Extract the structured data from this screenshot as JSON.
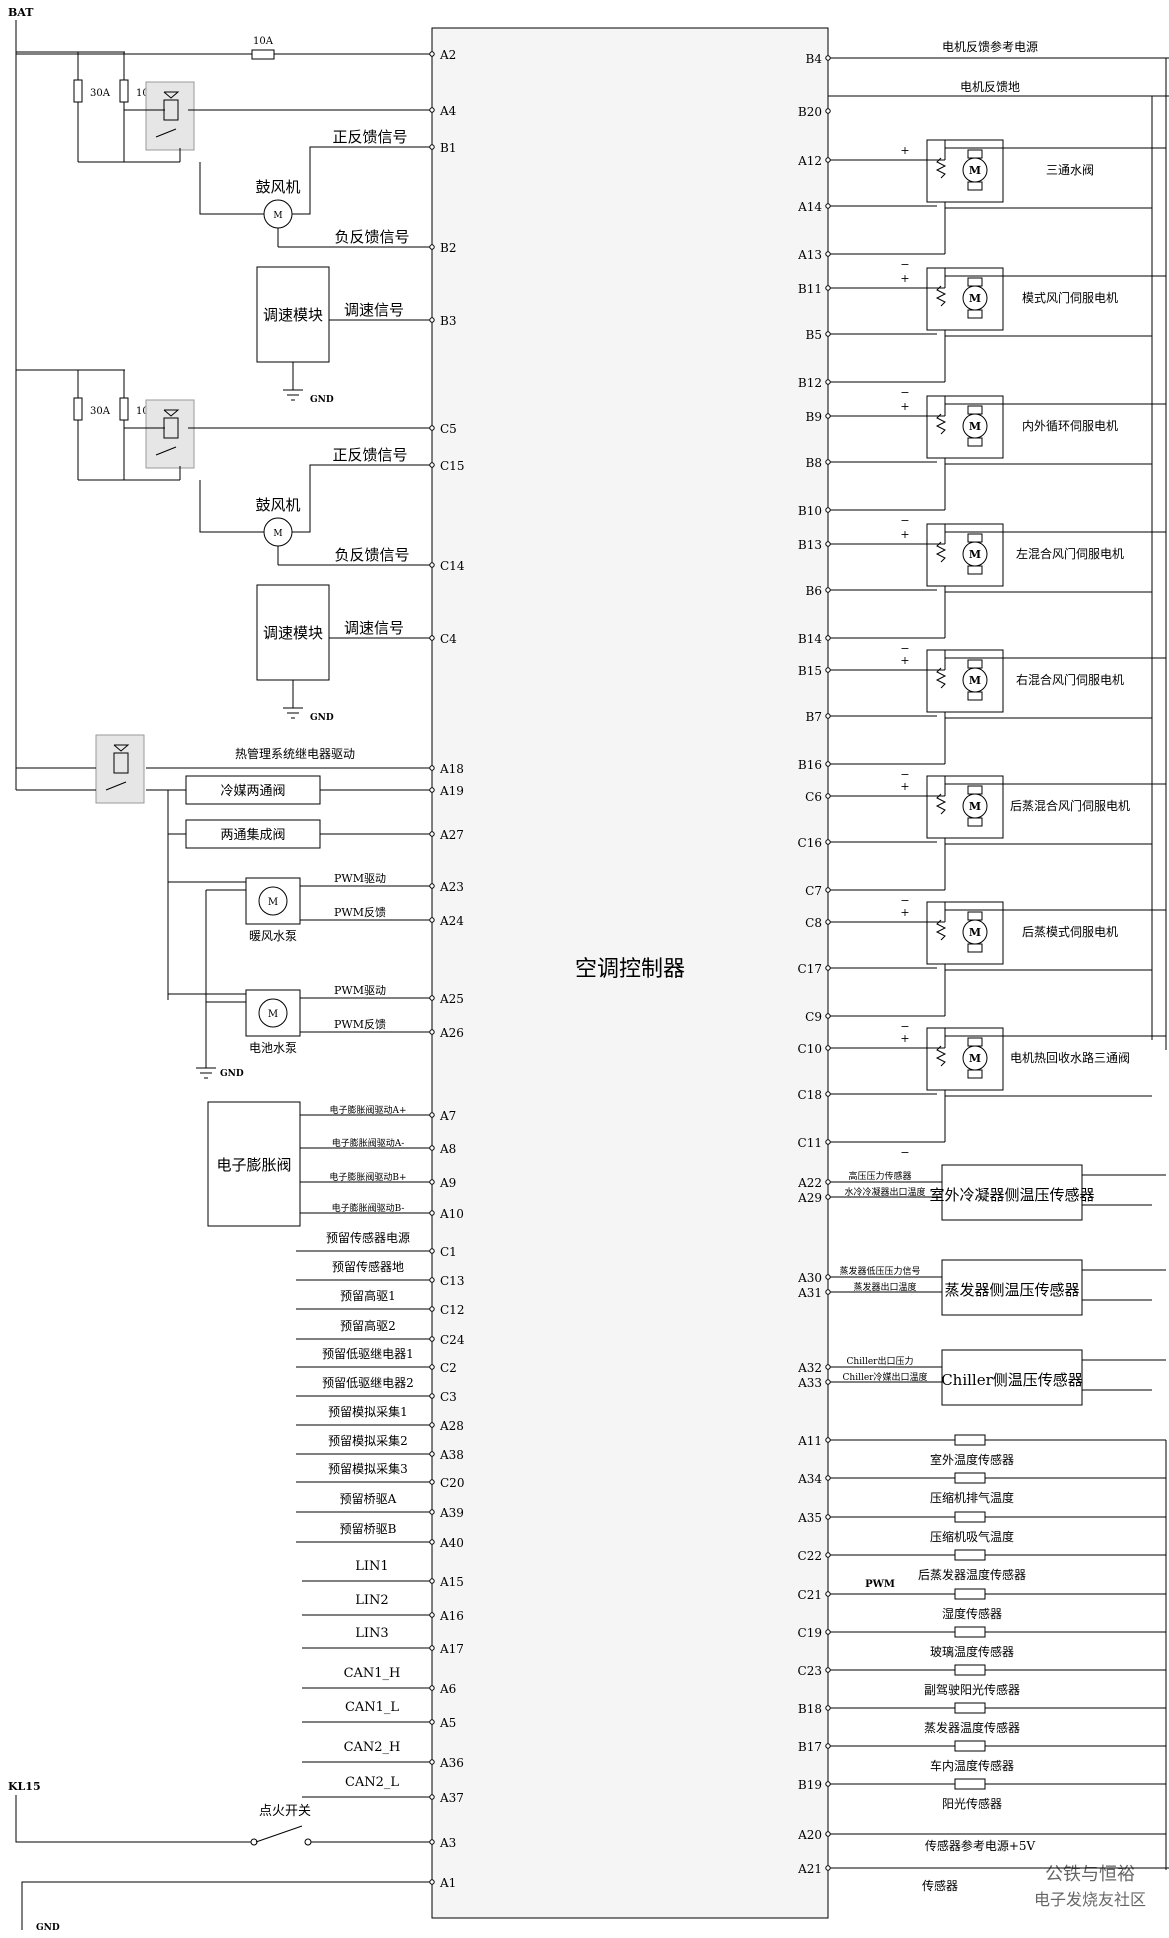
{
  "controller": {
    "title": "空调控制器"
  },
  "power": {
    "bat": "BAT",
    "kl15": "KL15",
    "gnd": "GND",
    "fuse_10a": "10A",
    "fuse_30a": "30A"
  },
  "left": {
    "blower1": {
      "name": "鼓风机",
      "pos_fb": "正反馈信号",
      "neg_fb": "负反馈信号",
      "speed_sig": "调速信号",
      "module": "调速模块",
      "pins": {
        "bat": "A2",
        "relay": "A4",
        "pos": "B1",
        "neg": "B2",
        "speed": "B3"
      }
    },
    "blower2": {
      "name": "鼓风机",
      "pos_fb": "正反馈信号",
      "neg_fb": "负反馈信号",
      "speed_sig": "调速信号",
      "module": "调速模块",
      "pins": {
        "relay": "C5",
        "pos": "C15",
        "neg": "C14",
        "speed": "C4"
      }
    },
    "thermal_relay": {
      "label": "热管理系统继电器驱动",
      "pin": "A18"
    },
    "valves": [
      {
        "label": "冷媒两通阀",
        "pin": "A19"
      },
      {
        "label": "两通集成阀",
        "pin": "A27"
      }
    ],
    "pumps": [
      {
        "name": "暖风水泵",
        "drive": "PWM驱动",
        "feedback": "PWM反馈",
        "pin_drive": "A23",
        "pin_fb": "A24"
      },
      {
        "name": "电池水泵",
        "drive": "PWM驱动",
        "feedback": "PWM反馈",
        "pin_drive": "A25",
        "pin_fb": "A26"
      }
    ],
    "exv": {
      "name": "电子膨胀阀",
      "signals": [
        {
          "label": "电子膨胀阀驱动A+",
          "pin": "A7"
        },
        {
          "label": "电子膨胀阀驱动A-",
          "pin": "A8"
        },
        {
          "label": "电子膨胀阀驱动B+",
          "pin": "A9"
        },
        {
          "label": "电子膨胀阀驱动B-",
          "pin": "A10"
        }
      ]
    },
    "reserved": [
      {
        "label": "预留传感器电源",
        "pin": "C1"
      },
      {
        "label": "预留传感器地",
        "pin": "C13"
      },
      {
        "label": "预留高驱1",
        "pin": "C12"
      },
      {
        "label": "预留高驱2",
        "pin": "C24"
      },
      {
        "label": "预留低驱继电器1",
        "pin": "C2"
      },
      {
        "label": "预留低驱继电器2",
        "pin": "C3"
      },
      {
        "label": "预留模拟采集1",
        "pin": "A28"
      },
      {
        "label": "预留模拟采集2",
        "pin": "A38"
      },
      {
        "label": "预留模拟采集3",
        "pin": "C20"
      },
      {
        "label": "预留桥驱A",
        "pin": "A39"
      },
      {
        "label": "预留桥驱B",
        "pin": "A40"
      }
    ],
    "bus": [
      {
        "label": "LIN1",
        "pin": "A15"
      },
      {
        "label": "LIN2",
        "pin": "A16"
      },
      {
        "label": "LIN3",
        "pin": "A17"
      },
      {
        "label": "CAN1_H",
        "pin": "A6"
      },
      {
        "label": "CAN1_L",
        "pin": "A5"
      },
      {
        "label": "CAN2_H",
        "pin": "A36"
      },
      {
        "label": "CAN2_L",
        "pin": "A37"
      }
    ],
    "ignition": {
      "label": "点火开关",
      "pin": "A3"
    },
    "ground": {
      "pin": "A1"
    }
  },
  "right": {
    "ref_power": {
      "label": "电机反馈参考电源",
      "pin": "B4"
    },
    "ref_gnd": {
      "label": "电机反馈地",
      "pin": "B20"
    },
    "motor_symbol": "M",
    "plus": "+",
    "minus": "−",
    "motors": [
      {
        "name": "三通水阀",
        "pins": [
          "A12",
          "A14",
          "A13"
        ]
      },
      {
        "name": "模式风门伺服电机",
        "pins": [
          "B11",
          "B5",
          "B12"
        ]
      },
      {
        "name": "内外循环伺服电机",
        "pins": [
          "B9",
          "B8",
          "B10"
        ]
      },
      {
        "name": "左混合风门伺服电机",
        "pins": [
          "B13",
          "B6",
          "B14"
        ]
      },
      {
        "name": "右混合风门伺服电机",
        "pins": [
          "B15",
          "B7",
          "B16"
        ]
      },
      {
        "name": "后蒸混合风门伺服电机",
        "pins": [
          "C6",
          "C16",
          "C7"
        ]
      },
      {
        "name": "后蒸模式伺服电机",
        "pins": [
          "C8",
          "C17",
          "C9"
        ]
      },
      {
        "name": "电机热回收水路三通阀",
        "pins": [
          "C10",
          "C18",
          "C11"
        ]
      }
    ],
    "pt_sensors": [
      {
        "name": "室外冷凝器侧温压传感器",
        "sig1": "高压压力传感器",
        "sig2": "水冷冷凝器出口温度",
        "pin1": "A22",
        "pin2": "A29"
      },
      {
        "name": "蒸发器侧温压传感器",
        "sig1": "蒸发器低压压力信号",
        "sig2": "蒸发器出口温度",
        "pin1": "A30",
        "pin2": "A31"
      },
      {
        "name": "Chiller侧温压传感器",
        "sig1": "Chiller出口压力",
        "sig2": "Chiller冷媒出口温度",
        "pin1": "A32",
        "pin2": "A33"
      }
    ],
    "temp_sensors": [
      {
        "name": "室外温度传感器",
        "pin": "A11"
      },
      {
        "name": "压缩机排气温度",
        "pin": "A34"
      },
      {
        "name": "压缩机吸气温度",
        "pin": "A35"
      },
      {
        "name": "后蒸发器温度传感器",
        "pin": "C22"
      },
      {
        "name": "湿度传感器",
        "pin": "C21"
      },
      {
        "name": "玻璃温度传感器",
        "pin": "C19"
      },
      {
        "name": "副驾驶阳光传感器",
        "pin": "C23"
      },
      {
        "name": "蒸发器温度传感器",
        "pin": "B18"
      },
      {
        "name": "车内温度传感器",
        "pin": "B17"
      },
      {
        "name": "阳光传感器",
        "pin": "B19"
      }
    ],
    "pwm_label": "PWM",
    "sensor_ref": {
      "label": "传感器参考电源+5V",
      "pin": "A20"
    },
    "sensor_gnd": {
      "label": "传感器",
      "pin": "A21"
    }
  },
  "watermark": {
    "text": "公铁与恒裕",
    "site": "电子发烧友社区"
  }
}
